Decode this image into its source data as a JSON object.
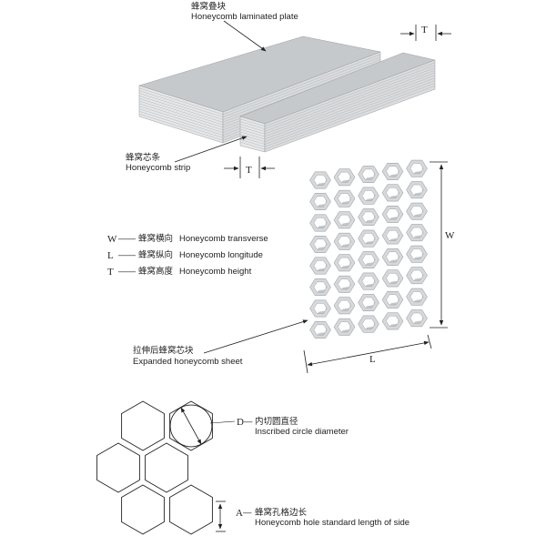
{
  "laminated_plate": {
    "label_cn": "蜂窝叠块",
    "label_en": "Honeycomb laminated plate"
  },
  "strip": {
    "label_cn": "蜂窝芯条",
    "label_en": "Honeycomb strip"
  },
  "dimension_symbols": {
    "thickness": "T",
    "width": "W",
    "length": "L",
    "diameter": "D",
    "side": "A"
  },
  "legend": [
    {
      "symbol": "W",
      "dash": "——",
      "label_cn": "蜂窝横向",
      "label_en": "Honeycomb transverse"
    },
    {
      "symbol": "L",
      "dash": "——",
      "label_cn": "蜂窝纵向",
      "label_en": "Honeycomb longitude"
    },
    {
      "symbol": "T",
      "dash": "——",
      "label_cn": "蜂窝高度",
      "label_en": "Honeycomb height"
    }
  ],
  "expanded_sheet": {
    "label_cn": "拉伸后蜂窝芯块",
    "label_en": "Expanded honeycomb sheet"
  },
  "inscribed_circle": {
    "symbol": "D",
    "dash": "—",
    "label_cn": "内切圆直径",
    "label_en": "Inscribed circle diameter"
  },
  "side_length": {
    "symbol": "A",
    "dash": "—",
    "label_cn": "蜂窝孔格边长",
    "label_en": "Honeycomb hole standard length of side"
  },
  "colors": {
    "plate_top": "#c6c9cc",
    "plate_side": "#e6e7e8",
    "cell_face": "#d6d8da",
    "cell_shadow": "#a9adb1",
    "line": "#222222"
  }
}
